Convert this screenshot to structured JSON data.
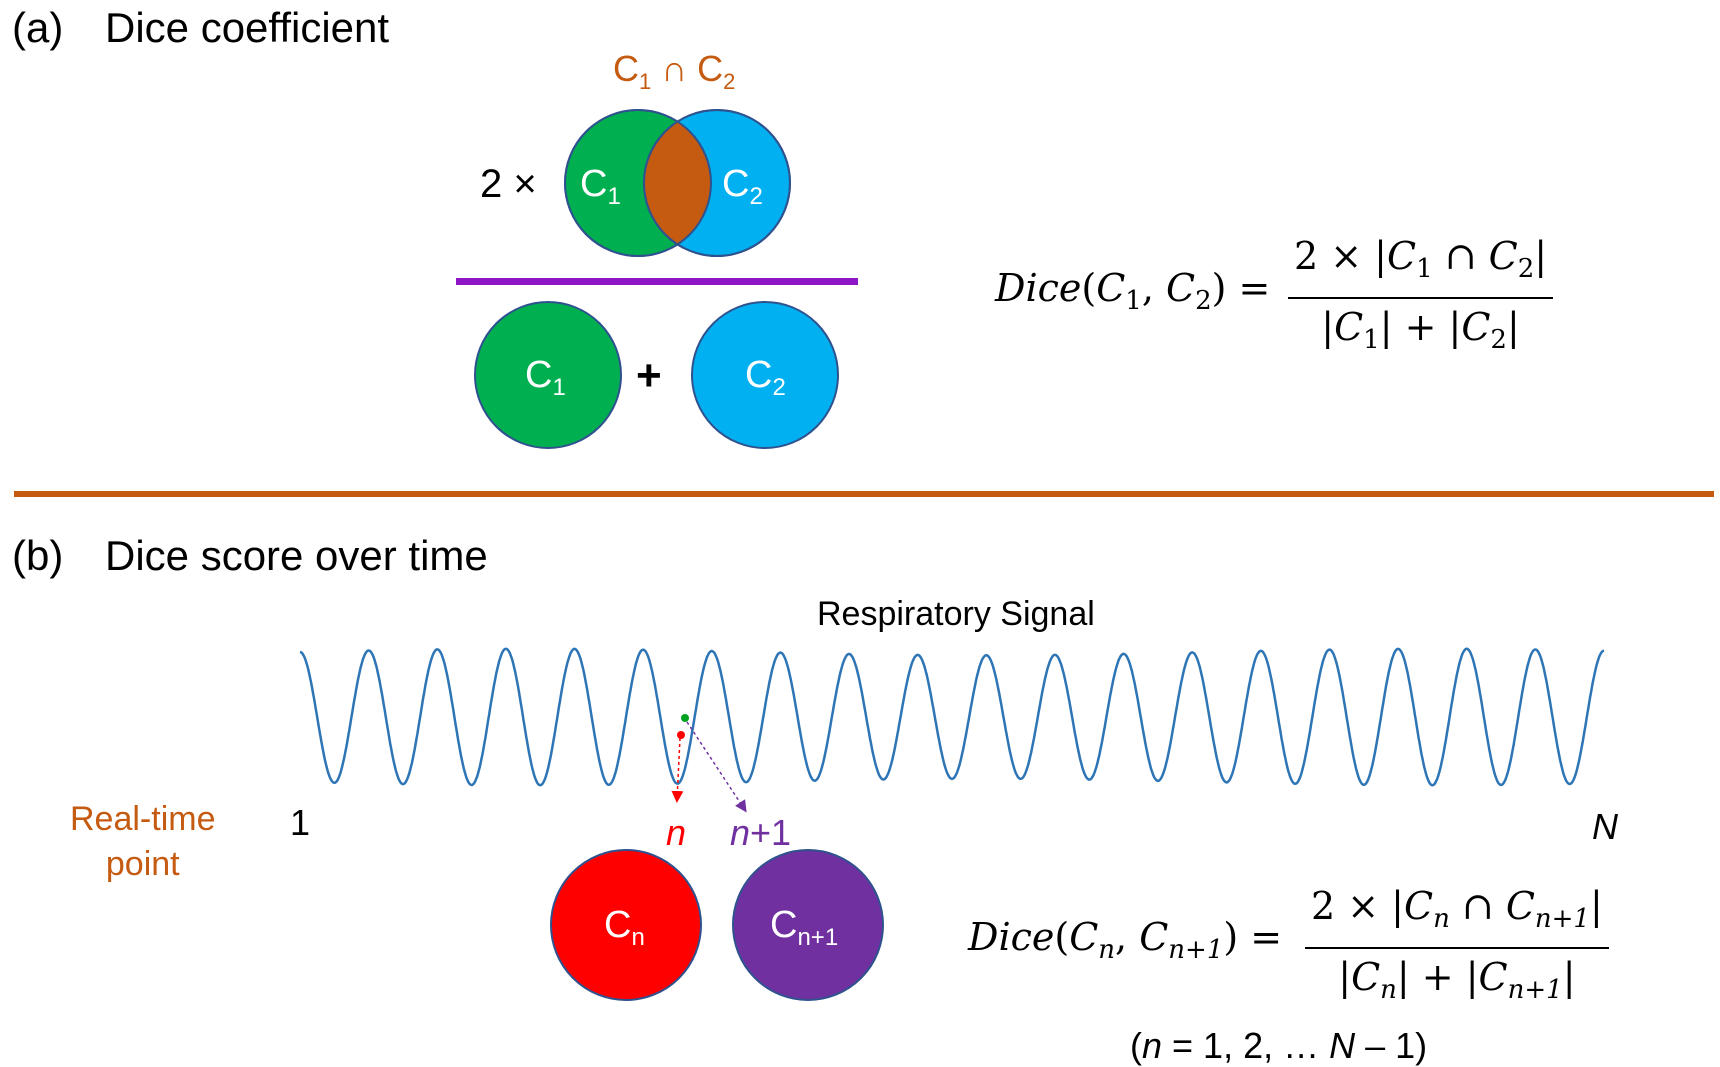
{
  "panel_a": {
    "label": "(a)",
    "title": "Dice coefficient",
    "intersection_label": {
      "c": "C",
      "s1": "1",
      "cap": " ∩ C",
      "s2": "2"
    },
    "multiplier": "2 ×",
    "plus": "+",
    "circles": {
      "c1": {
        "main": "C",
        "sub": "1"
      },
      "c2": {
        "main": "C",
        "sub": "2"
      }
    },
    "formula": {
      "lhs": {
        "fn": "Dice",
        "open": "(",
        "a": "C",
        "a_sub": "1",
        "comma": ", ",
        "b": "C",
        "b_sub": "2",
        "close": ")",
        "eq": " ="
      },
      "num": {
        "pre": "2 × |",
        "a": "C",
        "a_sub": "1",
        "cap": " ∩ ",
        "b": "C",
        "b_sub": "2",
        "post": "|"
      },
      "den": {
        "pre": "|",
        "a": "C",
        "a_sub": "1",
        "mid": "| + |",
        "b": "C",
        "b_sub": "2",
        "post": "|"
      }
    }
  },
  "panel_b": {
    "label": "(b)",
    "title": "Dice score over time",
    "signal_title": "Respiratory Signal",
    "realtime_label_1": "Real-time",
    "realtime_label_2": "point",
    "start_label": "1",
    "end_label": "N",
    "n_label": "n",
    "n1_label": {
      "n": "n",
      "rest": "+1"
    },
    "circles": {
      "cn": {
        "main": "C",
        "sub": "n"
      },
      "cn1": {
        "main": "C",
        "sub": "n+1"
      }
    },
    "formula": {
      "lhs": {
        "fn": "Dice",
        "open": "(",
        "a": "C",
        "a_sub": "n",
        "comma": ", ",
        "b": "C",
        "b_sub": "n+1",
        "close": ")",
        "eq": " ="
      },
      "num": {
        "pre": "2 × |",
        "a": "C",
        "a_sub": "n",
        "cap": " ∩ ",
        "b": "C",
        "b_sub": "n+1",
        "post": "|"
      },
      "den": {
        "pre": "|",
        "a": "C",
        "a_sub": "n",
        "mid": "| + |",
        "b": "C",
        "b_sub": "n+1",
        "post": "|"
      }
    },
    "range": {
      "open": "(",
      "n": "n",
      "eq": " = 1, 2, … ",
      "N": "N",
      "tail": " – 1)"
    }
  },
  "colors": {
    "green": "#00b050",
    "blue": "#00b0f0",
    "intersection": "#c55a11",
    "divider_purple": "#8e16c6",
    "section_divider": "#c55a11",
    "signal": "#2e75b6",
    "red": "#ff0000",
    "purple": "#7030a0",
    "orange_text": "#c55a11"
  }
}
